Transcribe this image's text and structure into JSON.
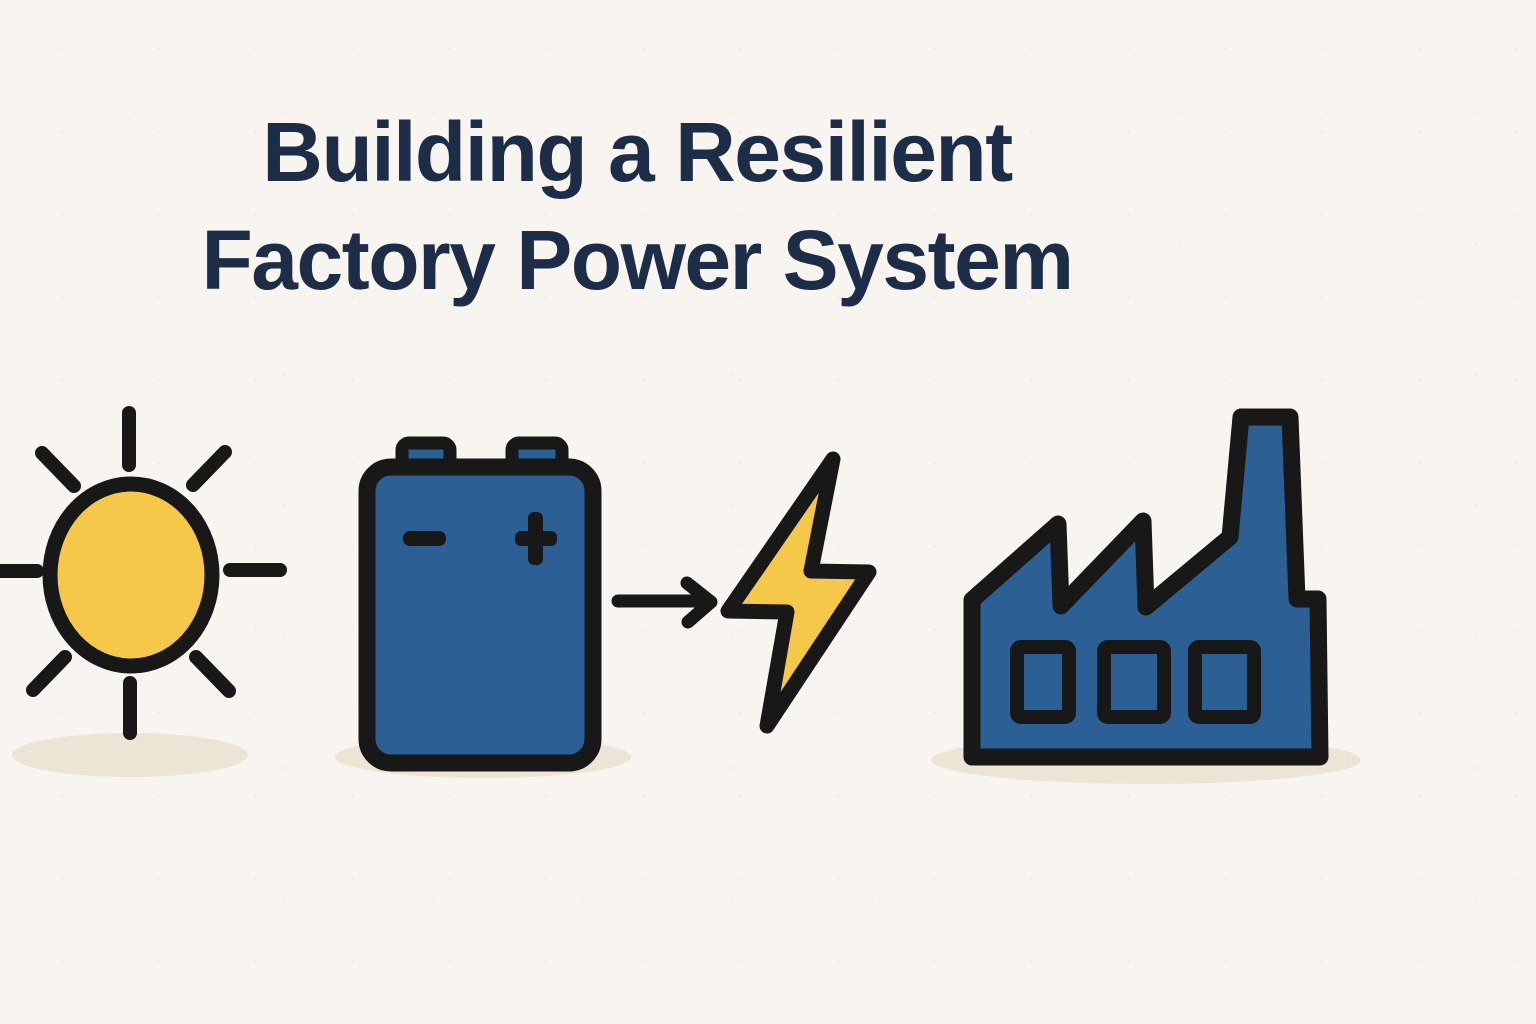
{
  "title": {
    "line1": "Building a Resilient",
    "line2": "Factory Power System"
  },
  "colors": {
    "bg": "#f8f5f0",
    "title": "#1d2c47",
    "blue": "#2c5f94",
    "yellow": "#f6c84a",
    "outline": "#181818",
    "shadow": "#ece4d4"
  },
  "icons": {
    "sun": "sun-icon",
    "battery": "battery-icon",
    "battery_minus": "minus-terminal-mark",
    "battery_plus": "plus-terminal-mark",
    "arrow": "arrow-right-icon",
    "bolt": "lightning-bolt-icon",
    "factory": "factory-icon"
  },
  "flow": [
    "sun",
    "battery",
    "arrow",
    "lightning-bolt",
    "factory"
  ]
}
